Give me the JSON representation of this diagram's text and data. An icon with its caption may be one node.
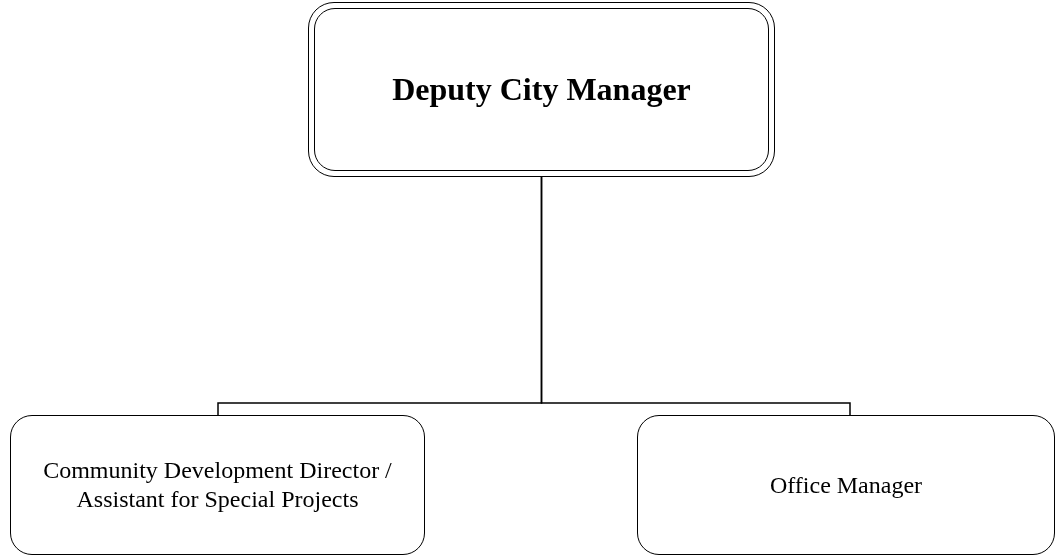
{
  "diagram": {
    "nodes": [
      {
        "text": [
          "Deputy City Manager"
        ]
      },
      {
        "text": [
          "Community Development Director / Assistant for Special Projects"
        ]
      },
      {
        "text": [
          "Office Manager"
        ]
      }
    ],
    "edges": [
      {
        "from": 0,
        "to": 1,
        "arrow": "none"
      },
      {
        "from": 0,
        "to": 2,
        "arrow": "none"
      }
    ]
  }
}
